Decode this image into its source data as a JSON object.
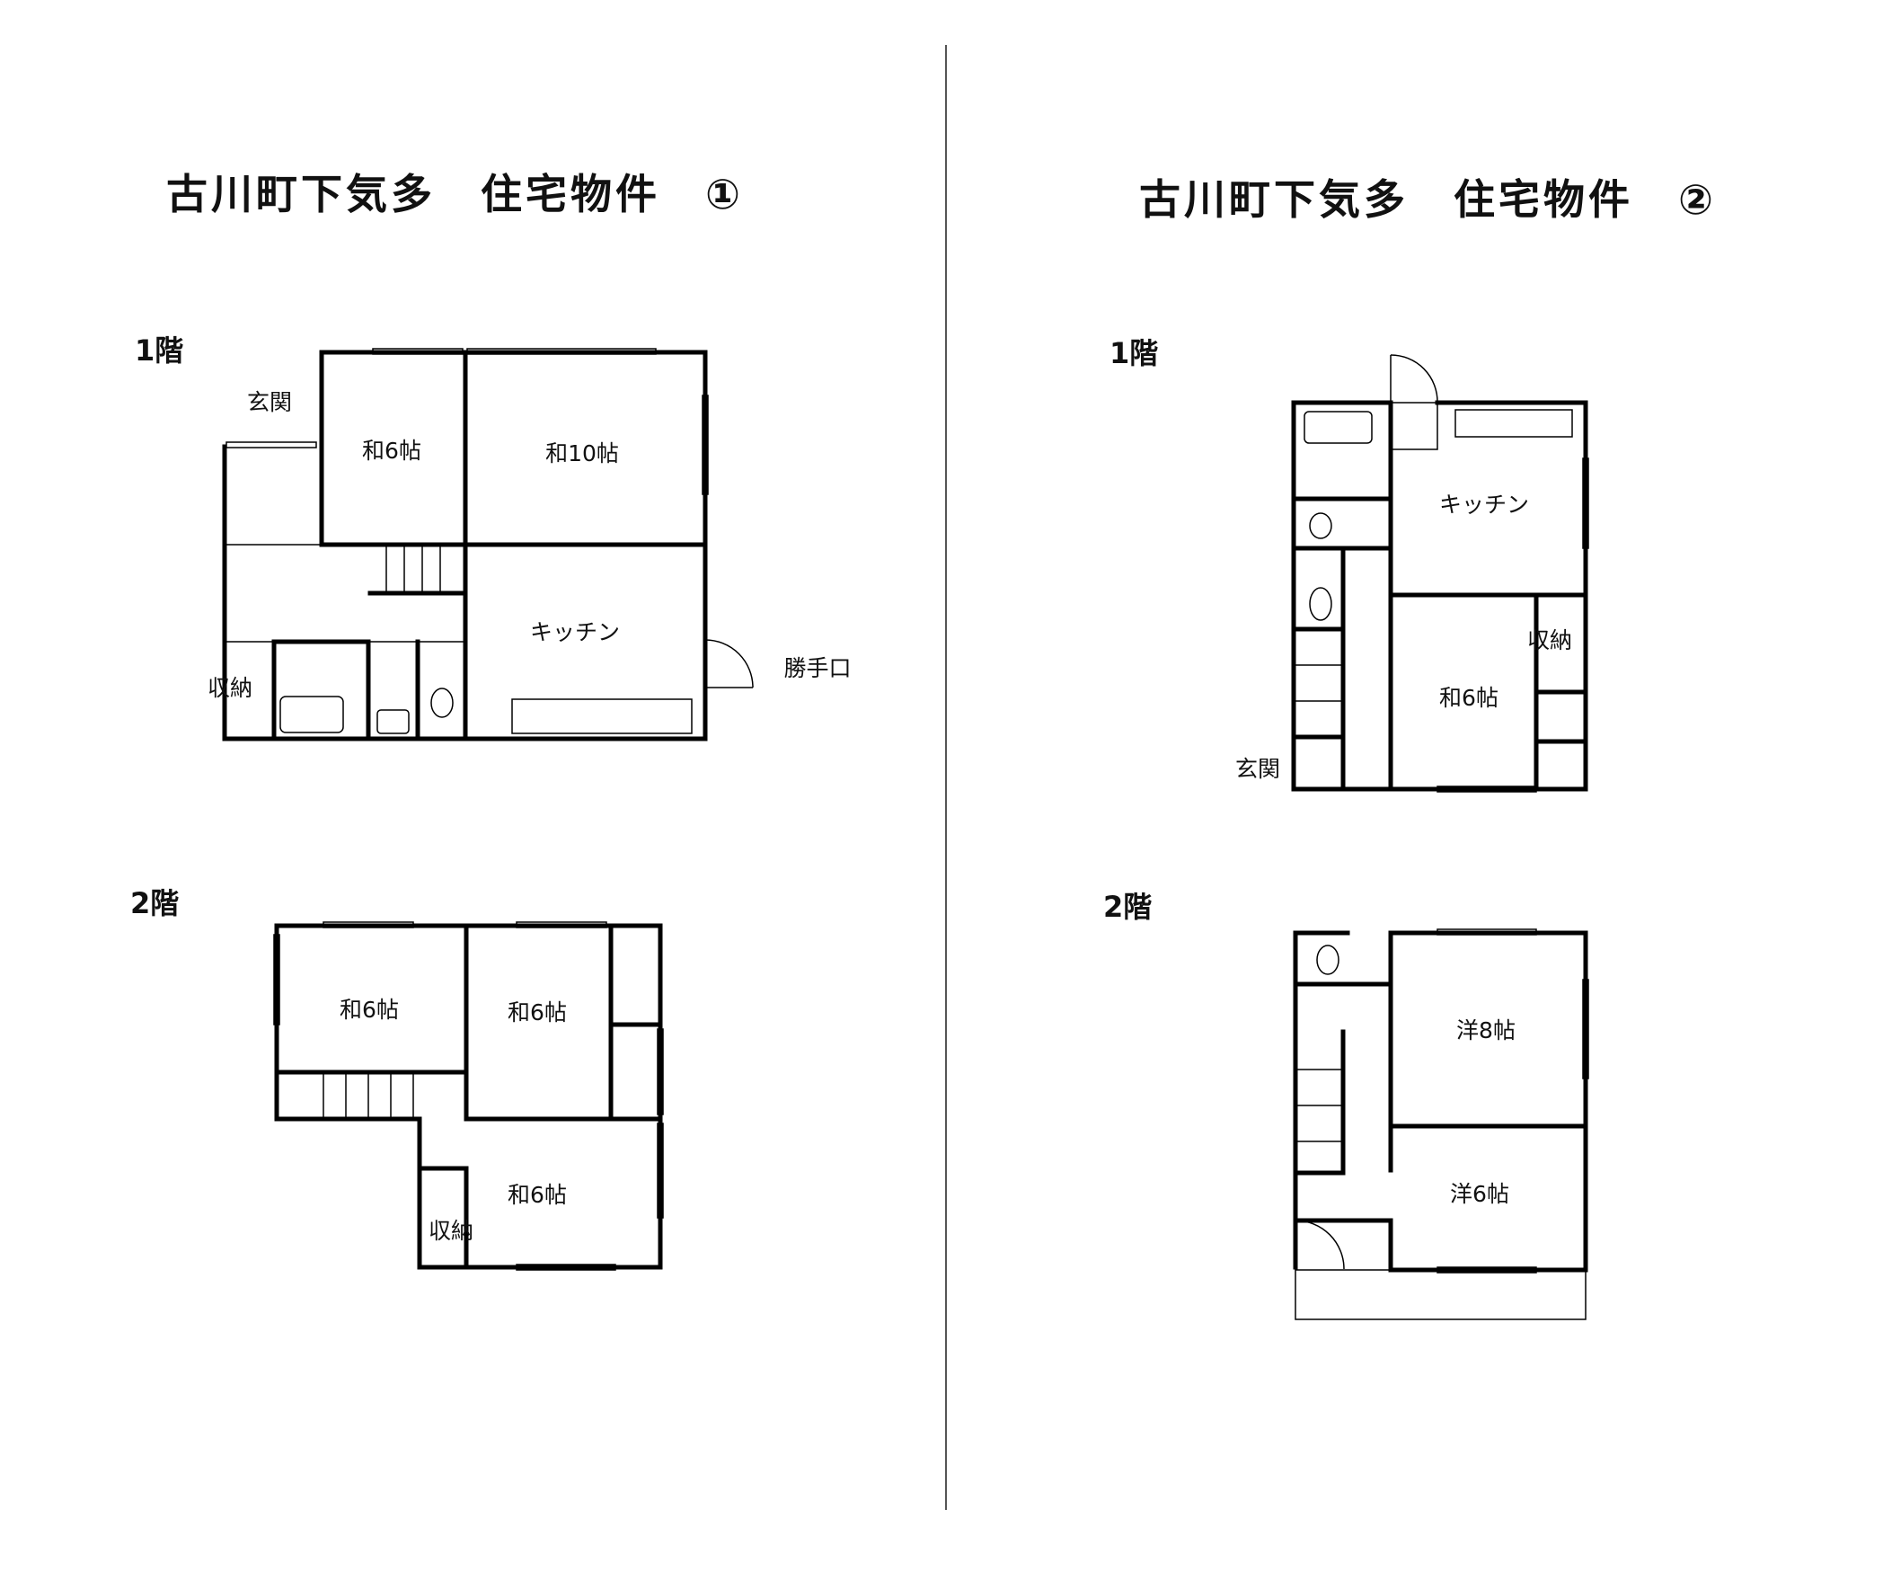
{
  "listings": [
    {
      "title": "古川町下気多　住宅物件　①",
      "floors": [
        {
          "label": "1階",
          "rooms": [
            "和6帖",
            "和10帖",
            "キッチン",
            "玄関",
            "収納",
            "勝手口"
          ]
        },
        {
          "label": "2階",
          "rooms": [
            "和6帖",
            "和6帖",
            "和6帖",
            "収納"
          ]
        }
      ]
    },
    {
      "title": "古川町下気多　住宅物件　②",
      "floors": [
        {
          "label": "1階",
          "rooms": [
            "キッチン",
            "収納",
            "和6帖",
            "玄関"
          ]
        },
        {
          "label": "2階",
          "rooms": [
            "洋8帖",
            "洋6帖"
          ]
        }
      ]
    }
  ]
}
